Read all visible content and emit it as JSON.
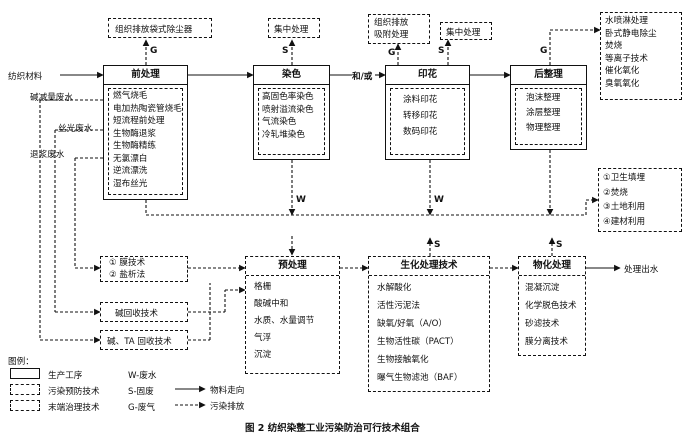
{
  "stages": {
    "pre": {
      "title": "前处理",
      "items": [
        "燃气烧毛",
        "电加热陶瓷管烧毛",
        "短流程前处理",
        "生物酶退浆",
        "生物酶精练",
        "无氯漂白",
        "逆流漂洗",
        "湿布丝光"
      ]
    },
    "dye": {
      "title": "染色",
      "items": [
        "高固色率染色",
        "喷射溢流染色",
        "气流染色",
        "冷轧堆染色"
      ]
    },
    "print": {
      "title": "印花",
      "items": [
        "涂料印花",
        "转移印花",
        "数码印花"
      ]
    },
    "finish": {
      "title": "后整理",
      "items": [
        "泡沫整理",
        "涂层整理",
        "物理整理"
      ]
    }
  },
  "and_or": "和/或",
  "raw_material": "纺织材料",
  "top": {
    "bag_filter": "组织排放袋式除尘器",
    "central1": "集中处理",
    "org_emission": "组织排放\n吸附处理",
    "central2": "集中处理",
    "gas_treat": [
      "水喷淋处理",
      "卧式静电除尘",
      "焚烧",
      "等离子技术",
      "催化氧化",
      "臭氧氧化"
    ]
  },
  "marks": {
    "G": "G",
    "S": "S",
    "W": "W"
  },
  "waste_water": {
    "alkali": "碱减量废水",
    "merc": "丝光废水",
    "desize": "退浆废水"
  },
  "recovery": {
    "membrane": [
      "① 膜技术",
      "② 盐析法"
    ],
    "alkali_rec": "碱回收技术",
    "ta_rec": "碱、TA 回收技术"
  },
  "treat": {
    "pre": {
      "title": "预处理",
      "items": [
        "格栅",
        "酸碱中和",
        "水质、水量调节",
        "气浮",
        "沉淀"
      ]
    },
    "bio": {
      "title": "生化处理技术",
      "items": [
        "水解酸化",
        "活性污泥法",
        "缺氧/好氧（A/O）",
        "生物活性碳（PACT）",
        "生物接触氧化",
        "曝气生物滤池（BAF）"
      ]
    },
    "phys": {
      "title": "物化处理",
      "items": [
        "混凝沉淀",
        "化学脱色技术",
        "砂滤技术",
        "膜分离技术"
      ]
    }
  },
  "solid_disposal": [
    "①卫生填埋",
    "②焚烧",
    "③土地利用",
    "④建材利用"
  ],
  "discharge": "处理出水",
  "legend": {
    "title": "图例：",
    "items": [
      {
        "label": "生产工序"
      },
      {
        "label": "污染预防技术"
      },
      {
        "label": "末端治理技术"
      }
    ],
    "codes": [
      "W-废水",
      "S-固废",
      "G-废气"
    ],
    "flows": [
      "物料走向",
      "污染排放"
    ]
  },
  "caption": "图 2  纺织染整工业污染防治可行技术组合"
}
